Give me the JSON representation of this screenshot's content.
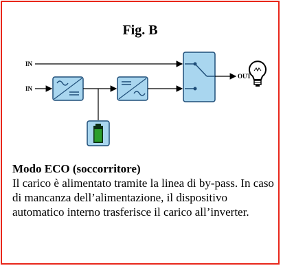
{
  "figure": {
    "title": "Fig. B",
    "labels": {
      "in_top": "IN",
      "in_bottom": "IN",
      "out": "OUT"
    },
    "icons": [
      "rectifier-icon",
      "inverter-icon",
      "static-switch-icon",
      "battery-icon",
      "lightbulb-icon"
    ],
    "colors": {
      "border": "#e8261a",
      "block_fill": "#a9d6ef",
      "block_stroke": "#1f4e79",
      "battery_green": "#2c9e2c"
    }
  },
  "caption": {
    "heading": "Modo ECO (soccorritore)",
    "body": "Il carico è alimentato tramite la linea di by-pass. In caso di mancanza dell’alimentazione, il dispositivo automatico interno trasferisce il carico all’inverter."
  }
}
